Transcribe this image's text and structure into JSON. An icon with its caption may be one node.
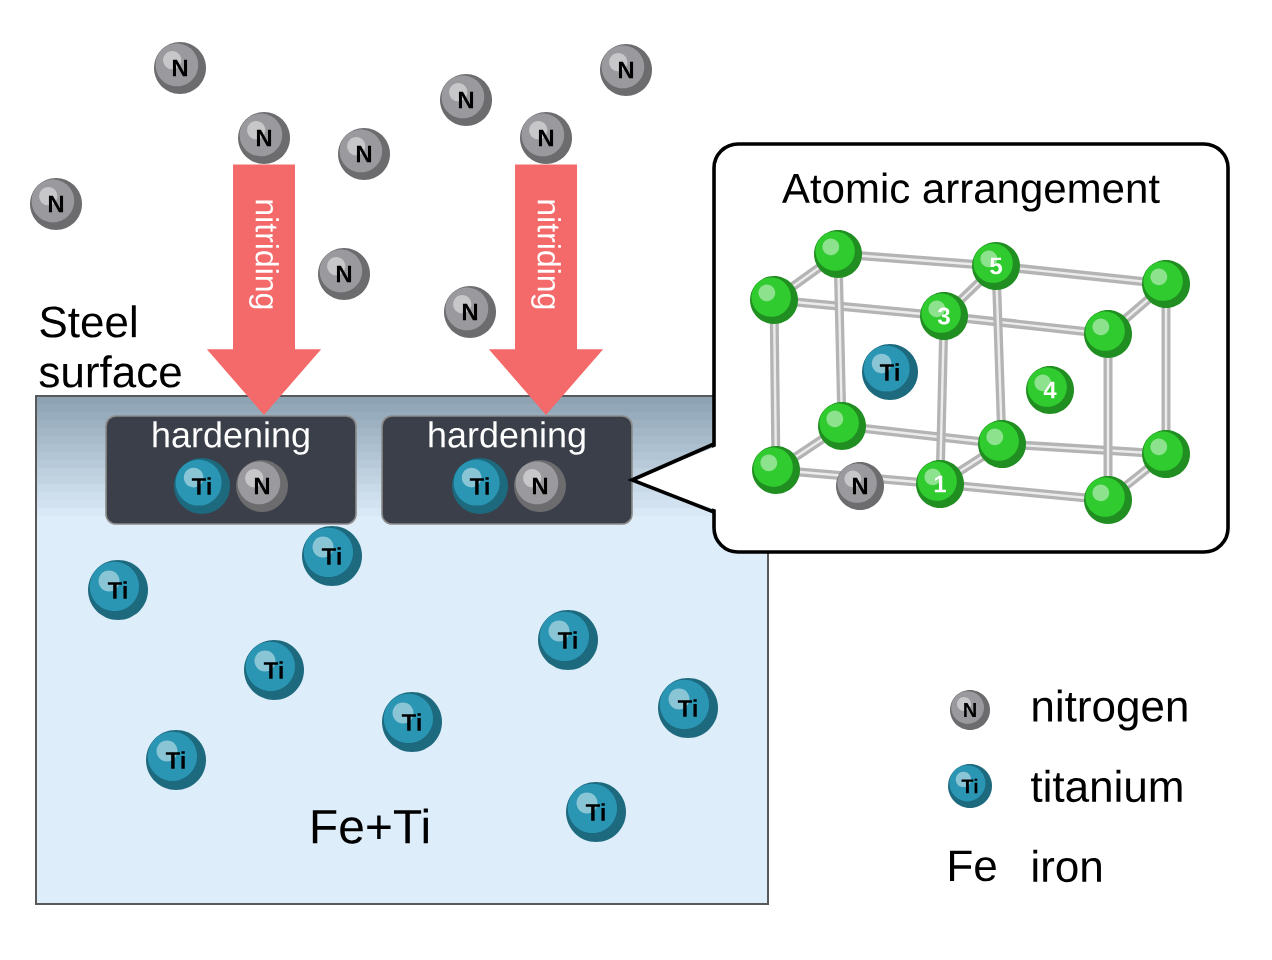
{
  "diagram": {
    "nodes": [
      {
        "text": [
          "N"
        ]
      },
      {
        "text": [
          "N"
        ]
      },
      {
        "text": [
          "N"
        ]
      },
      {
        "text": [
          "N"
        ]
      },
      {
        "text": [
          "N"
        ]
      },
      {
        "text": [
          "N"
        ]
      },
      {
        "text": [
          "N"
        ]
      },
      {
        "text": [
          "N"
        ]
      },
      {
        "text": [
          "N"
        ]
      },
      {
        "text": [
          "Steel surface",
          "Fe+Ti"
        ]
      },
      {
        "text": [
          "hardening"
        ],
        "in": 9
      },
      {
        "text": [
          "Ti"
        ],
        "in": 10
      },
      {
        "text": [
          "N"
        ],
        "in": 10
      },
      {
        "text": [
          "hardening"
        ],
        "in": 9
      },
      {
        "text": [
          "Ti"
        ],
        "in": 13
      },
      {
        "text": [
          "N"
        ],
        "in": 13
      },
      {
        "text": [
          "Ti"
        ],
        "in": 9
      },
      {
        "text": [
          "Ti"
        ],
        "in": 9
      },
      {
        "text": [
          "Ti"
        ],
        "in": 9
      },
      {
        "text": [
          "Ti"
        ],
        "in": 9
      },
      {
        "text": [
          "Ti"
        ],
        "in": 9
      },
      {
        "text": [
          "Ti"
        ],
        "in": 9
      },
      {
        "text": [
          "Ti"
        ],
        "in": 9
      },
      {
        "text": [
          "Ti"
        ],
        "in": 9
      },
      {
        "text": [
          "Atomic arrangement"
        ]
      },
      {
        "text": [
          "5"
        ],
        "in": 24
      },
      {
        "text": [
          "3"
        ],
        "in": 24
      },
      {
        "text": [
          "Ti"
        ],
        "in": 24
      },
      {
        "text": [
          "4"
        ],
        "in": 24
      },
      {
        "text": [
          "N"
        ],
        "in": 24
      },
      {
        "text": [
          "1"
        ],
        "in": 24
      },
      {
        "text": [
          "N"
        ]
      },
      {
        "text": [
          "Ti"
        ]
      }
    ],
    "edges": [
      {
        "from": 1,
        "to": 10,
        "arrow": "to",
        "label": "nitriding"
      },
      {
        "from": 6,
        "to": 13,
        "arrow": "to",
        "label": "nitriding"
      }
    ],
    "labels": [
      "Fe"
    ],
    "legend": [
      {
        "text": "nitrogen"
      },
      {
        "text": "titanium"
      },
      {
        "text": "iron"
      }
    ]
  }
}
